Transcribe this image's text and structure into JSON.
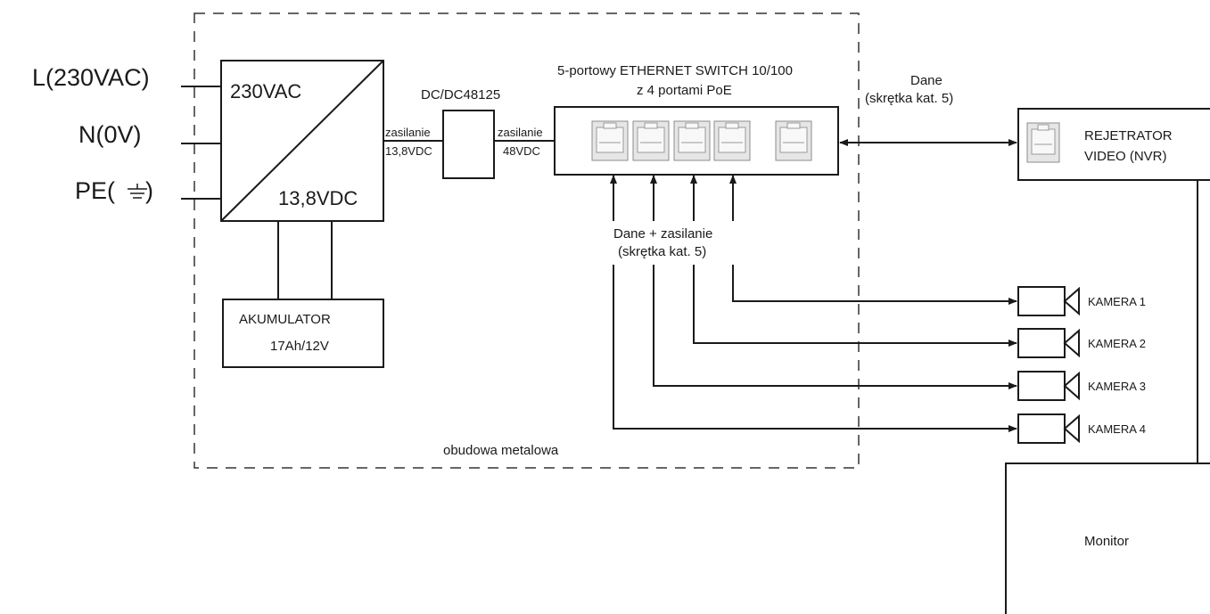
{
  "inputs": {
    "line": "L(230VAC)",
    "neutral": "N(0V)",
    "earth_prefix": "PE(",
    "earth_suffix": ")"
  },
  "psu": {
    "input_label": "230VAC",
    "output_label": "13,8VDC"
  },
  "battery": {
    "title": "AKUMULATOR",
    "spec": "17Ah/12V"
  },
  "dcdc": {
    "title": "DC/DC48125",
    "in_label": "zasilanie",
    "in_value": "13,8VDC",
    "out_label": "zasilanie",
    "out_value": "48VDC"
  },
  "switch": {
    "title_line1": "5-portowy ETHERNET SWITCH 10/100",
    "title_line2": "z 4 portami PoE",
    "poe_label_line1": "Dane + zasilanie",
    "poe_label_line2": "(skrętka kat. 5)"
  },
  "uplink": {
    "label_line1": "Dane",
    "label_line2": "(skrętka kat. 5)"
  },
  "nvr": {
    "line1": "REJETRATOR",
    "line2": "VIDEO (NVR)"
  },
  "cameras": [
    "KAMERA 1",
    "KAMERA 2",
    "KAMERA 3",
    "KAMERA 4"
  ],
  "enclosure_label": "obudowa metalowa",
  "monitor_label": "Monitor"
}
